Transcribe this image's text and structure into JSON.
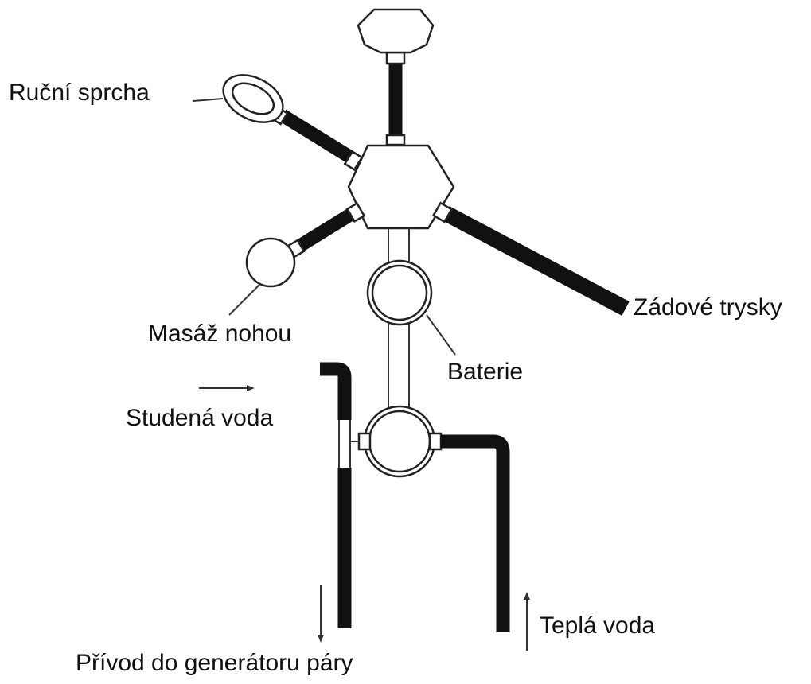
{
  "labels": {
    "hand_shower": "Ruční sprcha",
    "back_jets": "Zádové trysky",
    "foot_massage": "Masáž nohou",
    "mixer": "Baterie",
    "cold_water": "Studená voda",
    "warm_water": "Teplá voda",
    "steam_generator_supply": "Přívod do generátoru páry"
  },
  "colors": {
    "hose": "#111111",
    "outline": "#222222",
    "background": "#ffffff"
  }
}
